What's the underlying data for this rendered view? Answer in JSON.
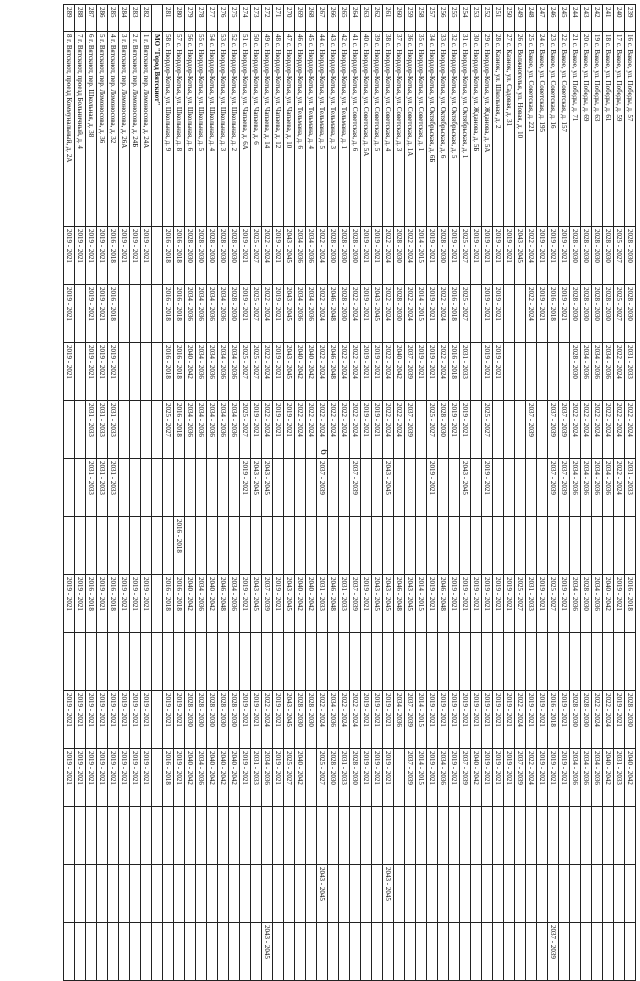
{
  "page_number": "6",
  "columns": 14,
  "rows": [
    {
      "n": "239",
      "a": "16 с. Вакое, ул. Победы, д. 57",
      "p": [
        "2028 - 2030",
        "2028 - 2030",
        "2031 - 2033",
        "2022 - 2024",
        "2031 - 2033",
        "",
        "2016 - 2018",
        "",
        "2028 - 2030",
        "2040 - 2042",
        "",
        "",
        ""
      ]
    },
    {
      "n": "240",
      "a": "17 с. Вакое, ул. Победы, д. 59",
      "p": [
        "2025 - 2027",
        "2025 - 2027",
        "2022 - 2024",
        "2022 - 2024",
        "2022 - 2024",
        "",
        "2019 - 2021",
        "",
        "2019 - 2021",
        "2031 - 2033",
        "",
        "",
        ""
      ]
    },
    {
      "n": "241",
      "a": "18 с. Вакое, ул. Победы, д. 61",
      "p": [
        "2028 - 2030",
        "2028 - 2030",
        "2034 - 2036",
        "2022 - 2024",
        "2034 - 2036",
        "",
        "2040 - 2042",
        "",
        "2022 - 2024",
        "2040 - 2042",
        "",
        "",
        ""
      ]
    },
    {
      "n": "242",
      "a": "19 с. Вакое, ул. Победы, д. 63",
      "p": [
        "2028 - 2030",
        "2028 - 2030",
        "2034 - 2036",
        "2022 - 2024",
        "2034 - 2036",
        "",
        "2034 - 2036",
        "",
        "2022 - 2024",
        "2034 - 2036",
        "",
        "",
        ""
      ]
    },
    {
      "n": "243",
      "a": "20 с. Вакое, ул. Победы, д. 69",
      "p": [
        "2028 - 2030",
        "2028 - 2030",
        "2034 - 2036",
        "2022 - 2024",
        "2034 - 2036",
        "",
        "2028 - 2030",
        "",
        "2028 - 2030",
        "2034 - 2036",
        "",
        "",
        ""
      ]
    },
    {
      "n": "244",
      "a": "21 с. Вакое, ул. Победы, д. 71",
      "p": [
        "2028 - 2030",
        "2028 - 2030",
        "2028 - 2030",
        "2022 - 2024",
        "2034 - 2036",
        "",
        "2034 - 2036",
        "",
        "2028 - 2030",
        "2034 - 2036",
        "",
        "",
        ""
      ]
    },
    {
      "n": "245",
      "a": "22 с. Вакое, ул. Советская, д. 157",
      "p": [
        "2019 - 2021",
        "2019 - 2021",
        "",
        "2037 - 2039",
        "2037 - 2039",
        "",
        "2019 - 2021",
        "",
        "2019 - 2021",
        "2019 - 2021",
        "",
        "",
        ""
      ]
    },
    {
      "n": "246",
      "a": "23 с. Вакое, ул. Советская, д. 16",
      "p": [
        "2019 - 2021",
        "2016 - 2018",
        "",
        "2037 - 2039",
        "2037 - 2039",
        "",
        "2025 - 2027",
        "",
        "2016 - 2018",
        "2019 - 2021",
        "",
        "",
        "2037 - 2039"
      ]
    },
    {
      "n": "247",
      "a": "24 с. Вакое, ул. Советская, д. 195",
      "p": [
        "2019 - 2021",
        "2019 - 2021",
        "",
        "",
        "",
        "",
        "2019 - 2021",
        "",
        "2019 - 2021",
        "2019 - 2021",
        "",
        "",
        ""
      ]
    },
    {
      "n": "248",
      "a": "25 с. Вакое, ул. Советская, д. 221",
      "p": [
        "2022 - 2024",
        "2022 - 2024",
        "",
        "2037 - 2039",
        "",
        "",
        "2031 - 2033",
        "",
        "2019 - 2021",
        "2022 - 2024",
        "",
        "",
        ""
      ]
    },
    {
      "n": "249",
      "a": "26 с. Волжногелья, ул. Новая, д. 10",
      "p": [
        "2043 - 2045",
        "",
        "",
        "",
        "",
        "",
        "2025 - 2027",
        "",
        "2022 - 2024",
        "2037 - 2039",
        "",
        "",
        ""
      ]
    },
    {
      "n": "250",
      "a": "27 с. Казнок, ул. Садовая, д. 31",
      "p": [
        "2019 - 2021",
        "",
        "",
        "",
        "",
        "",
        "2019 - 2021",
        "",
        "2019 - 2021",
        "2019 - 2021",
        "",
        "",
        ""
      ]
    },
    {
      "n": "251",
      "a": "28 с. Казнок, ул. Школьная, д. 2",
      "p": [
        "2019 - 2021",
        "2019 - 2021",
        "2019 - 2021",
        "",
        "",
        "",
        "2019 - 2021",
        "",
        "2019 - 2021",
        "2019 - 2021",
        "",
        "",
        ""
      ]
    },
    {
      "n": "252",
      "a": "29 с. Нюрдор-Котья, ул. Жданова, д. 5А",
      "p": [
        "2019 - 2021",
        "2019 - 2021",
        "2019 - 2021",
        "2025 - 2027",
        "2019 - 2021",
        "",
        "2019 - 2021",
        "",
        "2019 - 2021",
        "2019 - 2021",
        "",
        "",
        ""
      ]
    },
    {
      "n": "253",
      "a": "30 с. Нюрдор-Котья, ул. Жданова, д. 5Б",
      "p": [
        "2019 - 2021",
        "",
        "",
        "",
        "",
        "",
        "2019 - 2021",
        "",
        "2019 - 2021",
        "2040 - 2042",
        "",
        "",
        ""
      ]
    },
    {
      "n": "254",
      "a": "31 с. Нюрдор-Котья, ул. Октябрьская, д. 1",
      "p": [
        "2025 - 2027",
        "2025 - 2027",
        "2031 - 2033",
        "2019 - 2021",
        "2043 - 2045",
        "",
        "2019 - 2021",
        "",
        "2019 - 2021",
        "2037 - 2039",
        "",
        "",
        ""
      ]
    },
    {
      "n": "255",
      "a": "32 с. Нюрдор-Котья, ул. Октябрьская, д. 5",
      "p": [
        "2019 - 2021",
        "2016 - 2018",
        "2016 - 2018",
        "2019 - 2021",
        "",
        "",
        "2019 - 2021",
        "",
        "2019 - 2021",
        "2019 - 2021",
        "",
        "",
        ""
      ]
    },
    {
      "n": "256",
      "a": "33 с. Нюрдор-Котья, ул. Октябрьская, д. 6",
      "p": [
        "2028 - 2030",
        "2022 - 2024",
        "2022 - 2024",
        "2028 - 2030",
        "",
        "",
        "2046 - 2048",
        "",
        "2019 - 2021",
        "2034 - 2036",
        "",
        "",
        ""
      ]
    },
    {
      "n": "257",
      "a": "34 с. Нюрдор-Котья, ул. Октябрьская, д. 6Б",
      "p": [
        "2019 - 2021",
        "2019 - 2021",
        "2019 - 2021",
        "2025 - 2027",
        "2019 - 2021",
        "",
        "2019 - 2021",
        "",
        "2019 - 2021",
        "2019 - 2021",
        "",
        "",
        ""
      ]
    },
    {
      "n": "258",
      "a": "35 с. Нюрдор-Котья, ул. Советская, д. 1",
      "p": [
        "2014 - 2015",
        "2014 - 2015",
        "2019 - 2021",
        "",
        "",
        "",
        "2014 - 2015",
        "",
        "2014 - 2015",
        "2014 - 2015",
        "",
        "",
        ""
      ]
    },
    {
      "n": "259",
      "a": "36 с. Нюрдор-Котья, ул. Советская, д. 1А",
      "p": [
        "2022 - 2024",
        "2022 - 2024",
        "2037 - 2039",
        "2037 - 2039",
        "",
        "",
        "2043 - 2045",
        "",
        "2037 - 2039",
        "2037 - 2039",
        "",
        "",
        ""
      ]
    },
    {
      "n": "260",
      "a": "37 с. Нюрдор-Котья, ул. Советская, д. 3",
      "p": [
        "2028 - 2030",
        "2028 - 2030",
        "2040 - 2042",
        "2022 - 2024",
        "",
        "",
        "2046 - 2048",
        "",
        "2034 - 2036",
        "",
        "",
        "",
        ""
      ]
    },
    {
      "n": "261",
      "a": "38 с. Нюрдор-Котья, ул. Советская, д. 4",
      "p": [
        "2022 - 2024",
        "2022 - 2024",
        "2022 - 2024",
        "2022 - 2024",
        "2043 - 2045",
        "",
        "2043 - 2045",
        "",
        "2019 - 2021",
        "2019 - 2021",
        "",
        "2043 - 2045",
        ""
      ]
    },
    {
      "n": "262",
      "p": [
        "2019 - 2021",
        "2043 - 2045",
        "2019 - 2021",
        "2019 - 2021",
        "",
        "",
        "2043 - 2045",
        "",
        "2019 - 2021",
        "2019 - 2021",
        "",
        "",
        ""
      ],
      "a": "39 с. Нюрдор-Котья, ул. Советская, д. 5"
    },
    {
      "n": "263",
      "a": "40 с. Нюрдор-Котья, ул. Советская, д. 5А",
      "p": [
        "2019 - 2021",
        "2019 - 2021",
        "2019 - 2021",
        "2019 - 2021",
        "",
        "",
        "2019 - 2021",
        "",
        "2019 - 2021",
        "2019 - 2021",
        "",
        "",
        ""
      ]
    },
    {
      "n": "264",
      "a": "41 с. Нюрдор-Котья, ул. Советская, д. 6",
      "p": [
        "2028 - 2030",
        "2022 - 2024",
        "2022 - 2024",
        "2022 - 2024",
        "2037 - 2039",
        "",
        "2037 - 2039",
        "",
        "2022 - 2024",
        "2028 - 2030",
        "",
        "",
        ""
      ]
    },
    {
      "n": "265",
      "a": "42 с. Нюрдор-Котья, ул. Тельмана, д. 1",
      "p": [
        "2028 - 2030",
        "2028 - 2030",
        "2022 - 2024",
        "2022 - 2024",
        "",
        "",
        "2031 - 2033",
        "",
        "2022 - 2024",
        "2031 - 2033",
        "",
        "",
        ""
      ]
    },
    {
      "n": "266",
      "a": "43 с. Нюрдор-Котья, ул. Тельмана, д. 3",
      "p": [
        "2028 - 2030",
        "2046 - 2048",
        "2046 - 2048",
        "2022 - 2024",
        "",
        "",
        "2046 - 2048",
        "",
        "2034 - 2036",
        "2028 - 2030",
        "",
        "",
        ""
      ]
    },
    {
      "n": "267",
      "a": "44 с. Нюрдор-Котья, ул. Тельмана, д. 5",
      "p": [
        "2022 - 2024",
        "2022 - 2024",
        "2022 - 2024",
        "2022 - 2024",
        "2037 - 2039",
        "",
        "2031 - 2033",
        "",
        "2022 - 2024",
        "2025 - 2027",
        "",
        "2043 - 2045",
        ""
      ]
    },
    {
      "n": "268",
      "a": "45 с. Нюрдор-Котья, ул. Тельмана, д. 4",
      "p": [
        "2034 - 2036",
        "2034 - 2036",
        "2040 - 2042",
        "2022 - 2024",
        "",
        "",
        "2040 - 2042",
        "",
        "2028 - 2030",
        "",
        "",
        "",
        ""
      ]
    },
    {
      "n": "269",
      "a": "46 с. Нюрдор-Котья, ул. Тельмана, д. 6",
      "p": [
        "2034 - 2036",
        "2034 - 2036",
        "2040 - 2042",
        "2022 - 2024",
        "",
        "",
        "2040 - 2042",
        "",
        "2028 - 2030",
        "2040 - 2042",
        "",
        "",
        ""
      ]
    },
    {
      "n": "270",
      "a": "47 с. Нюрдор-Котья, ул. Чапаева, д. 10",
      "p": [
        "2043 - 2045",
        "2043 - 2045",
        "2043 - 2045",
        "2019 - 2021",
        "",
        "",
        "2043 - 2045",
        "",
        "2043 - 2045",
        "2025 - 2027",
        "",
        "",
        ""
      ]
    },
    {
      "n": "271",
      "a": "48 с. Нюрдор-Котья, ул. Чапаева, д. 12",
      "p": [
        "2019 - 2021",
        "2019 - 2021",
        "2019 - 2021",
        "2019 - 2021",
        "",
        "",
        "2019 - 2021",
        "",
        "2019 - 2021",
        "2019 - 2021",
        "",
        "",
        ""
      ]
    },
    {
      "n": "272",
      "a": "49 с. Нюрдор-Котья, ул. Чапаева, д. 14",
      "p": [
        "2022 - 2024",
        "2022 - 2024",
        "2022 - 2024",
        "2022 - 2024",
        "2043 - 2045",
        "",
        "2037 - 2039",
        "",
        "2022 - 2024",
        "2034 - 2036",
        "",
        "",
        "2043 - 2045"
      ]
    },
    {
      "n": "273",
      "a": "50 с. Нюрдор-Котья, ул. Чапаева, д. 6",
      "p": [
        "2025 - 2027",
        "2025 - 2027",
        "2025 - 2027",
        "2019 - 2021",
        "2043 - 2045",
        "",
        "2043 - 2045",
        "",
        "2019 - 2021",
        "2031 - 2033",
        "",
        "",
        ""
      ]
    },
    {
      "n": "274",
      "a": "51 с. Нюрдор-Котья, ул. Чапаева, д. 6А",
      "p": [
        "2019 - 2021",
        "2019 - 2021",
        "2025 - 2027",
        "2025 - 2027",
        "2019 - 2021",
        "",
        "2019 - 2021",
        "",
        "2019 - 2021",
        "2019 - 2021",
        "",
        "",
        ""
      ]
    },
    {
      "n": "275",
      "a": "52 с. Нюрдор-Котья, ул. Школьная, д. 2",
      "p": [
        "2028 - 2030",
        "2028 - 2030",
        "2034 - 2036",
        "2034 - 2036",
        "",
        "",
        "2034 - 2036",
        "",
        "2028 - 2030",
        "2040 - 2042",
        "",
        "",
        ""
      ]
    },
    {
      "n": "276",
      "a": "53 с. Нюрдор-Котья, ул. Школьная, д. 3",
      "p": [
        "2028 - 2030",
        "2034 - 2036",
        "2034 - 2036",
        "2034 - 2036",
        "",
        "",
        "2046 - 2048",
        "",
        "2028 - 2030",
        "2040 - 2042",
        "",
        "",
        ""
      ]
    },
    {
      "n": "277",
      "a": "54 с. Нюрдор-Котья, ул. Школьная, д. 4",
      "p": [
        "2028 - 2030",
        "2034 - 2036",
        "2034 - 2036",
        "2034 - 2036",
        "",
        "",
        "2040 - 2042",
        "",
        "2028 - 2030",
        "2040 - 2042",
        "",
        "",
        ""
      ]
    },
    {
      "n": "278",
      "a": "55 с. Нюрдор-Котья, ул. Школьная, д. 5",
      "p": [
        "2028 - 2030",
        "2034 - 2036",
        "2034 - 2036",
        "2034 - 2036",
        "",
        "",
        "2034 - 2036",
        "",
        "2028 - 2030",
        "2034 - 2036",
        "",
        "",
        ""
      ]
    },
    {
      "n": "279",
      "a": "56 с. Нюрдор-Котья, ул. Школьная, д. 6",
      "p": [
        "2028 - 2030",
        "2034 - 2036",
        "2040 - 2042",
        "2034 - 2036",
        "",
        "",
        "2040 - 2042",
        "",
        "2028 - 2030",
        "2040 - 2042",
        "",
        "",
        ""
      ]
    },
    {
      "n": "280",
      "a": "57 с. Нюрдор-Котья, ул. Школьная, д. 8",
      "p": [
        "2016 - 2018",
        "2016 - 2018",
        "2016 - 2018",
        "2016 - 2018",
        "",
        "2016 - 2018",
        "2016 - 2018",
        "",
        "2019 - 2021",
        "2019 - 2021",
        "",
        "",
        ""
      ]
    },
    {
      "n": "281",
      "a": "58 с. Нюрдор-Котья, ул. Школьная, д. 9",
      "p": [
        "2016 - 2018",
        "2016 - 2018",
        "2016 - 2018",
        "2025 - 2027",
        "",
        "",
        "2016 - 2018",
        "",
        "2019 - 2021",
        "2016 - 2018",
        "",
        "",
        ""
      ]
    },
    {
      "n": "",
      "a": "МО \"Город Вятскиот\"",
      "p": [
        "",
        "",
        "",
        "",
        "",
        "",
        "",
        "",
        "",
        "",
        "",
        "",
        ""
      ],
      "mo": true
    },
    {
      "n": "282",
      "a": "1 г. Вятскиот, пер. Ломоносова, д. 24А",
      "p": [
        "2019 - 2021",
        "",
        "",
        "",
        "",
        "",
        "2019 - 2021",
        "",
        "2019 - 2021",
        "2019 - 2021",
        "",
        "",
        ""
      ]
    },
    {
      "n": "283",
      "a": "2 г. Вятскиот, пер. Ломоносова, д. 24Б",
      "p": [
        "2019 - 2021",
        "",
        "",
        "",
        "",
        "",
        "2019 - 2021",
        "",
        "2019 - 2021",
        "2019 - 2021",
        "",
        "",
        ""
      ]
    },
    {
      "n": "284",
      "a": "3 г. Вятскиот, пер. Ломоносова, д. 26А",
      "p": [
        "2019 - 2021",
        "",
        "",
        "",
        "",
        "",
        "2019 - 2021",
        "",
        "2019 - 2021",
        "2019 - 2021",
        "",
        "",
        ""
      ]
    },
    {
      "n": "285",
      "a": "4 г. Вятскиот, пер. Ломоносова, д. 32",
      "p": [
        "2016 - 2018",
        "2016 - 2018",
        "2019 - 2021",
        "2031 - 2033",
        "2031 - 2033",
        "",
        "2016 - 2018",
        "",
        "2019 - 2021",
        "2019 - 2021",
        "",
        "",
        ""
      ]
    },
    {
      "n": "286",
      "a": "5 г. Вятскиот, пер. Ломоносова, д. 36",
      "p": [
        "2019 - 2021",
        "2019 - 2021",
        "2019 - 2021",
        "2031 - 2033",
        "2031 - 2033",
        "",
        "2019 - 2021",
        "",
        "2019 - 2021",
        "2019 - 2021",
        "",
        "",
        ""
      ]
    },
    {
      "n": "287",
      "a": "6 г. Вятскиот, пер. Школьная, д. 38",
      "p": [
        "2019 - 2021",
        "2019 - 2021",
        "2019 - 2021",
        "2031 - 2033",
        "2031 - 2033",
        "",
        "2016 - 2018",
        "",
        "2019 - 2021",
        "2019 - 2021",
        "",
        "",
        ""
      ]
    },
    {
      "n": "288",
      "a": "7 г. Вятскиот, проезд Больничный, д. 4",
      "p": [
        "2019 - 2021",
        "",
        "",
        "",
        "",
        "",
        "2019 - 2021",
        "",
        "2019 - 2021",
        "2019 - 2021",
        "",
        "",
        ""
      ]
    },
    {
      "n": "289",
      "a": "8 г. Вятскиот, проезд Коммунальный, д. 2А",
      "p": [
        "2019 - 2021",
        "2019 - 2021",
        "2019 - 2021",
        "",
        "",
        "",
        "2019 - 2021",
        "",
        "2019 - 2021",
        "2019 - 2021",
        "",
        "",
        ""
      ]
    }
  ]
}
